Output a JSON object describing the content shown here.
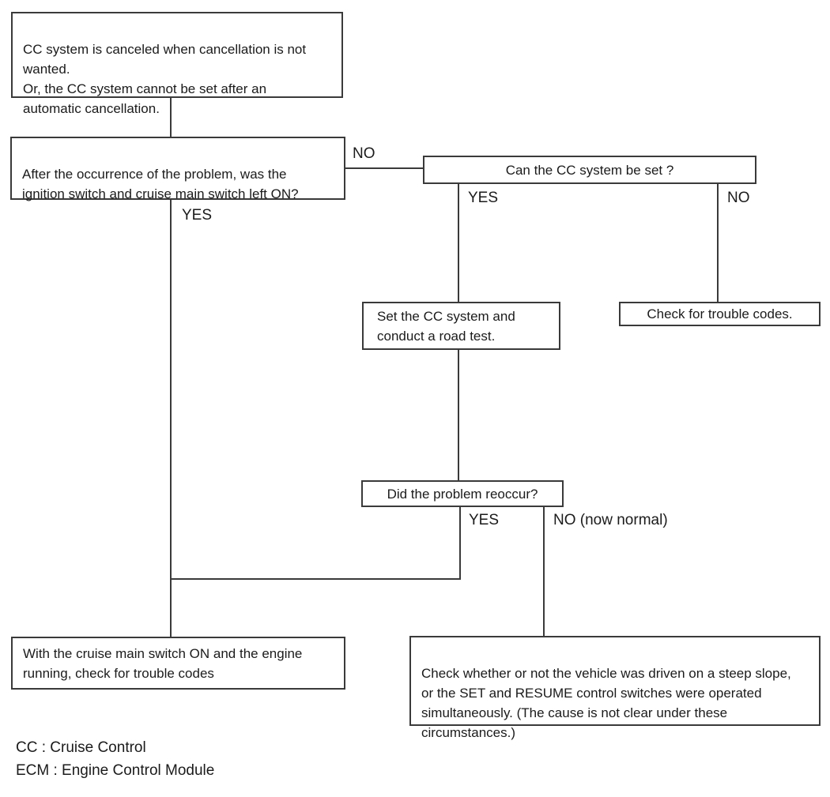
{
  "diagram": {
    "title": "CC system troubleshooting flowchart",
    "nodes": {
      "start": {
        "text": "CC system is canceled when cancellation is not wanted.\nOr, the CC system cannot be set after an automatic cancellation."
      },
      "q_switch_left_on": {
        "text": "After the occurrence of the problem, was the ignition switch and cruise main switch left ON?"
      },
      "q_can_set": {
        "text": "Can the CC system be set ?"
      },
      "set_road_test": {
        "text": "Set the CC system and conduct a road test."
      },
      "check_trouble_codes": {
        "text": "Check for trouble codes."
      },
      "q_problem_reoccur": {
        "text": "Did the problem reoccur?"
      },
      "check_codes_engine_running": {
        "text": "With the cruise main switch ON and the engine running, check for trouble codes"
      },
      "check_steep_slope": {
        "text": "Check whether or not the vehicle was driven on a steep slope, or the SET and RESUME control switches were operated simultaneously. (The cause is not clear under these circumstances.)"
      }
    },
    "branch_labels": {
      "no_switch_left_on": "NO",
      "yes_switch_left_on": "YES",
      "yes_can_set": "YES",
      "no_can_set": "NO",
      "yes_reoccur": "YES",
      "no_reoccur": "NO (now normal)"
    },
    "legend": {
      "line1": "CC : Cruise Control",
      "line2": "ECM : Engine Control Module"
    },
    "colors": {
      "background": "#ffffff",
      "line": "#3a3a3a",
      "text": "#1b1b1b"
    }
  }
}
